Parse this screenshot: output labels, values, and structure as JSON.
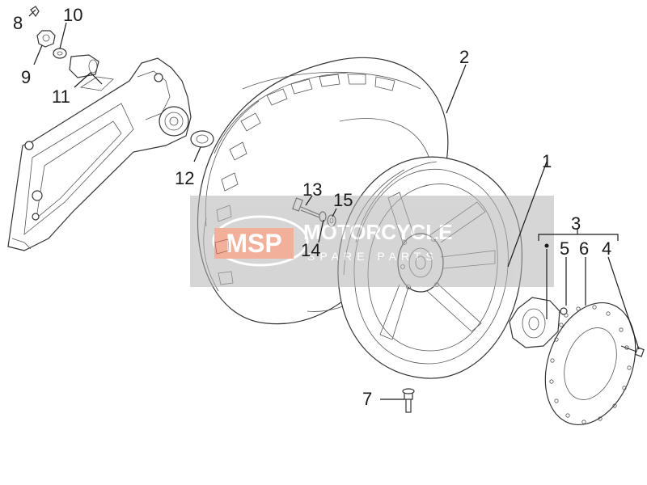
{
  "diagram": {
    "callouts": [
      {
        "id": "1",
        "label": "1"
      },
      {
        "id": "2",
        "label": "2"
      },
      {
        "id": "3",
        "label": "3"
      },
      {
        "id": "4",
        "label": "4"
      },
      {
        "id": "5",
        "label": "5"
      },
      {
        "id": "6",
        "label": "6"
      },
      {
        "id": "7",
        "label": "7"
      },
      {
        "id": "8",
        "label": "8"
      },
      {
        "id": "9",
        "label": "9"
      },
      {
        "id": "10",
        "label": "10"
      },
      {
        "id": "11",
        "label": "11"
      },
      {
        "id": "12",
        "label": "12"
      },
      {
        "id": "13",
        "label": "13"
      },
      {
        "id": "14",
        "label": "14"
      },
      {
        "id": "15",
        "label": "15"
      }
    ]
  },
  "watermark": {
    "logo_text": "MSP",
    "brand_text": "MOTORCYCLE",
    "sub_text": "SPARE PARTS",
    "band_color": "#b4b4b4",
    "logo_color": "#e8714a"
  }
}
